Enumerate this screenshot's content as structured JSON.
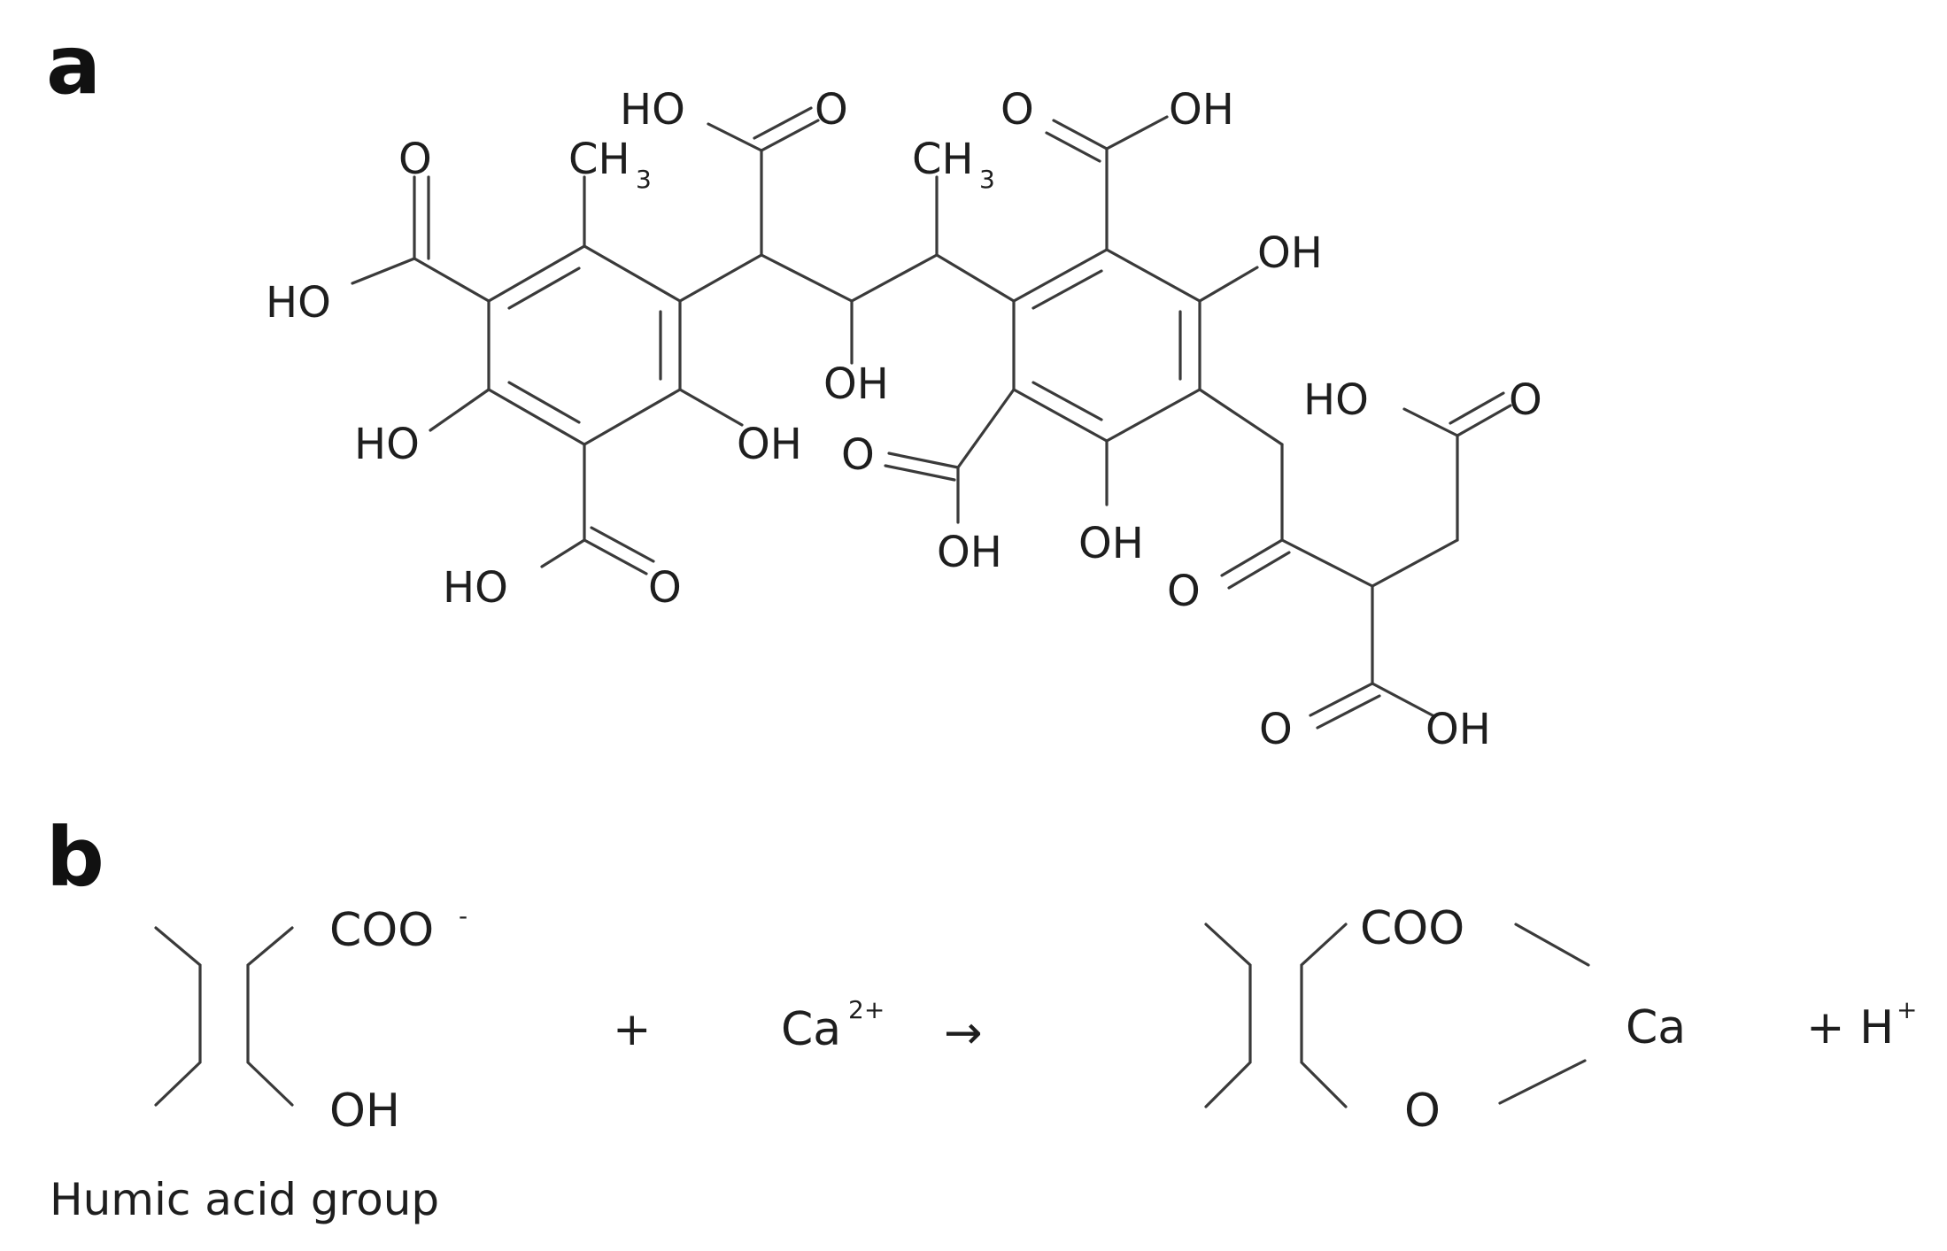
{
  "panels": {
    "a": "a",
    "b": "b"
  },
  "structure_a": {
    "labels": {
      "o_top_left": "O",
      "ch3_left": "CH",
      "ch3_left_sub": "3",
      "ho_cooh_top": "HO",
      "o_cooh_top": "O",
      "ch3_right": "CH",
      "ch3_right_sub": "3",
      "o_cooh_top_right": "O",
      "oh_cooh_top_right": "OH",
      "ho_left": "HO",
      "oh_ring2": "OH",
      "oh_chain": "OH",
      "ho_ring1_lower": "HO",
      "oh_ring1_lower": "OH",
      "o_cooh_mid": "O",
      "ho_cooh_bottom_left": "HO",
      "o_cooh_bottom_left": "O",
      "oh_cooh_mid": "OH",
      "oh_ring2_bottom": "OH",
      "ho_chain_right": "HO",
      "o_chain_right": "O",
      "o_ketone": "O",
      "o_cooh_bottom_right": "O",
      "oh_cooh_bottom_right": "OH"
    }
  },
  "reaction_b": {
    "reactant_coo": "COO",
    "reactant_coo_charge": "-",
    "reactant_oh": "OH",
    "plus_1": "+",
    "calcium": "Ca",
    "calcium_charge": "2+",
    "arrow": "→",
    "product_coo": "COO",
    "product_o": "O",
    "product_ca": "Ca",
    "plus_h": "+ H",
    "h_charge": "+",
    "caption": "Humic acid group"
  }
}
